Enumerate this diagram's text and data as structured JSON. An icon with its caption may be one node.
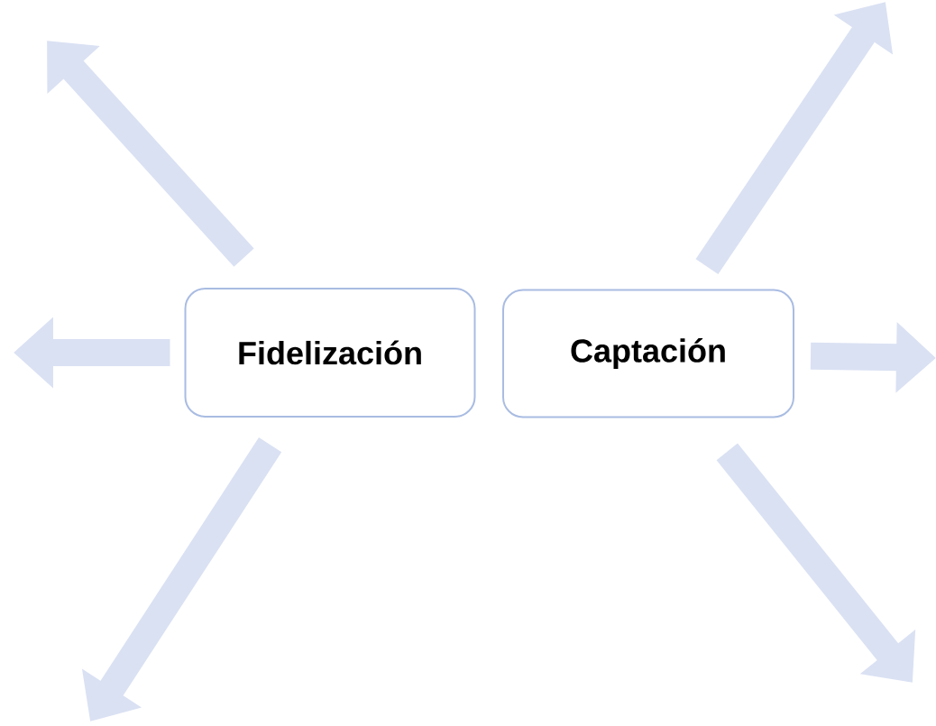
{
  "diagram": {
    "nodes": [
      {
        "text": [
          "Fidelización"
        ]
      },
      {
        "text": [
          "Captación"
        ]
      }
    ],
    "edges": [
      {
        "from": 0,
        "to": null,
        "arrow": "to"
      },
      {
        "from": 0,
        "to": null,
        "arrow": "to"
      },
      {
        "from": 0,
        "to": null,
        "arrow": "to"
      },
      {
        "from": 1,
        "to": null,
        "arrow": "to"
      },
      {
        "from": 1,
        "to": null,
        "arrow": "to"
      },
      {
        "from": 1,
        "to": null,
        "arrow": "to"
      }
    ]
  }
}
